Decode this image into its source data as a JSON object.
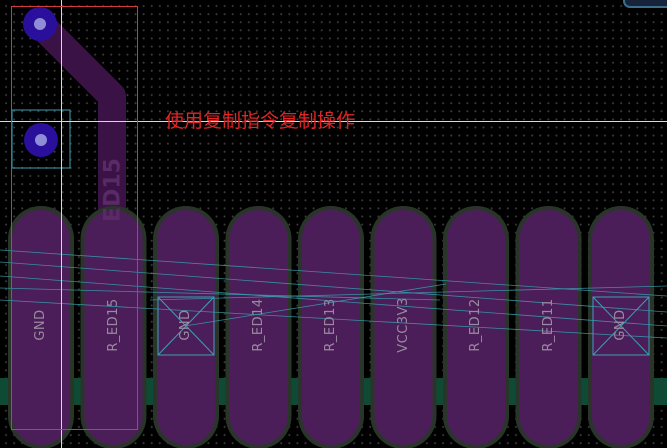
{
  "annotation": {
    "text": "使用复制指令复制操作"
  },
  "pcb": {
    "trace_net_label": "ED15",
    "pads": [
      {
        "net": "GND",
        "via_box": false
      },
      {
        "net": "R_ED15",
        "via_box": false
      },
      {
        "net": "GND",
        "via_box": true
      },
      {
        "net": "R_ED14",
        "via_box": false
      },
      {
        "net": "R_ED13",
        "via_box": false
      },
      {
        "net": "VCC3V3",
        "via_box": false
      },
      {
        "net": "R_ED12",
        "via_box": false
      },
      {
        "net": "R_ED11",
        "via_box": false
      },
      {
        "net": "GND",
        "via_box": true
      }
    ],
    "colors": {
      "pad_fill": "#4e1d5c",
      "pad_outline": "#2a352a",
      "trace": "#3b1245",
      "via": "#2a0f9c",
      "plane": "#0e4a34",
      "ratsnest": "#3aa0b0",
      "selection": "#d23a3a",
      "annotation": "#e02525"
    }
  }
}
